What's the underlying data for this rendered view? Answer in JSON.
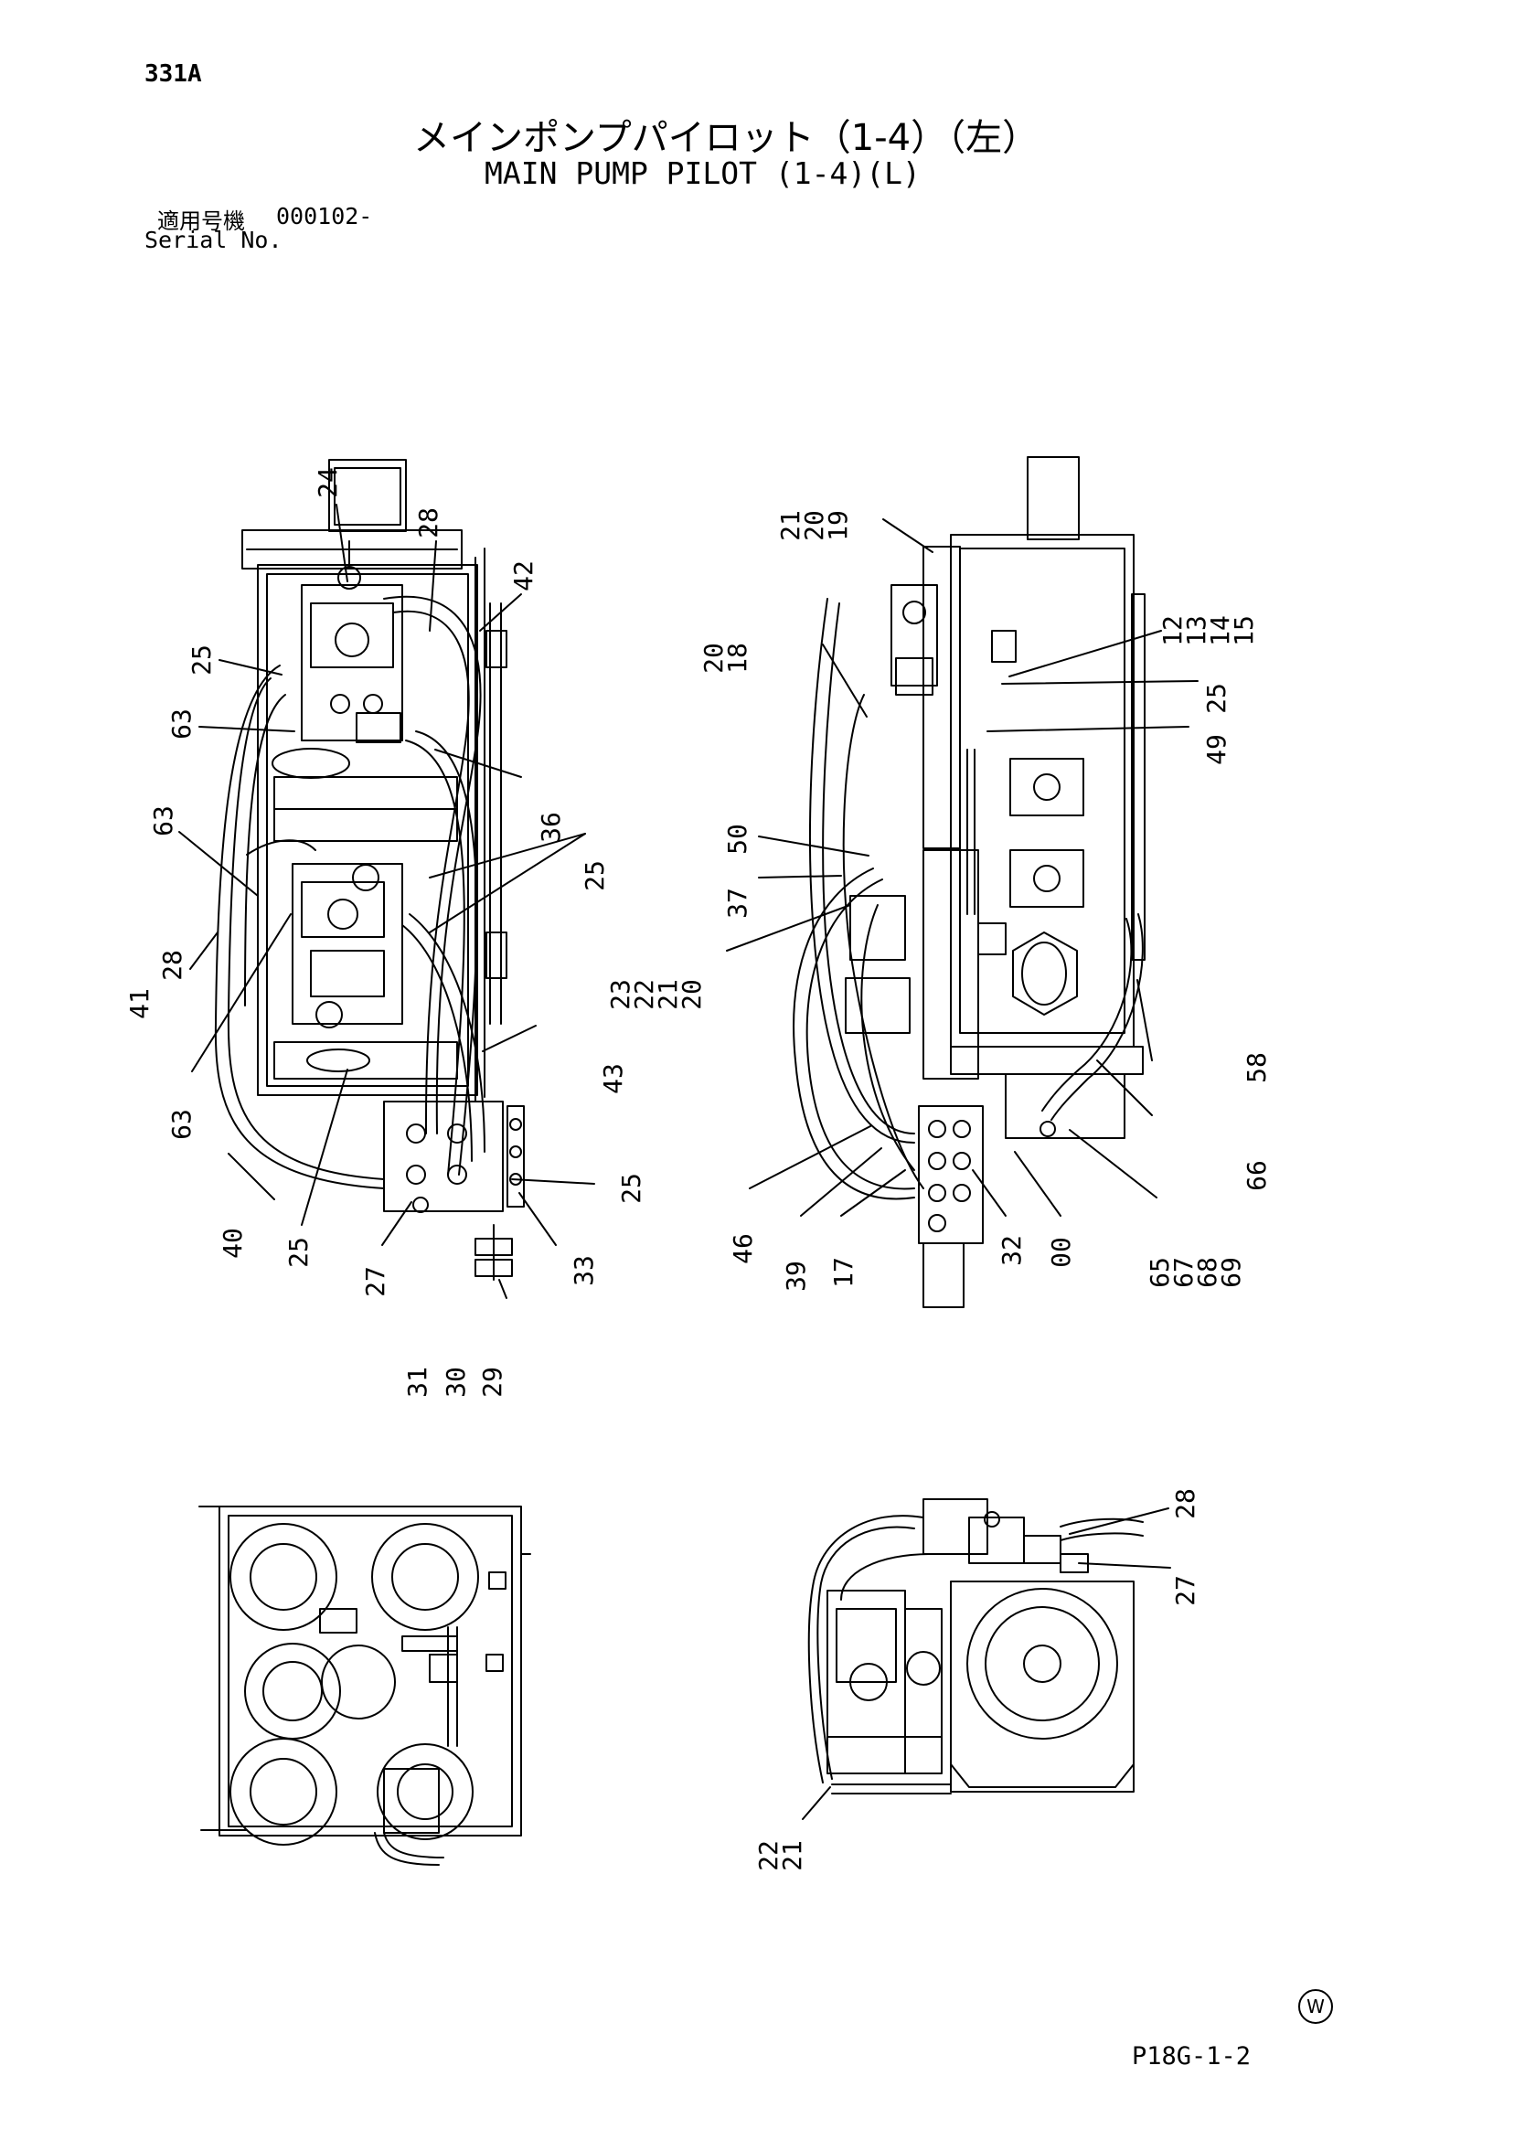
{
  "header": {
    "page_id": "331A",
    "title_jp": "メインポンプパイロット（1-4）（左）",
    "title_en": "MAIN PUMP PILOT (1-4)(L)",
    "serial_label_jp": "適用号機",
    "serial_number": "000102-",
    "serial_label_en": "Serial No."
  },
  "views": [
    {
      "name": "top-view",
      "callouts": [
        "24",
        "28",
        "42",
        "25",
        "63",
        "63",
        "28",
        "36",
        "25",
        "41",
        "63",
        "43",
        "40",
        "25",
        "27",
        "25",
        "33",
        "31",
        "30",
        "29"
      ]
    },
    {
      "name": "side-view",
      "callouts": [
        "21",
        "20",
        "19",
        "20",
        "18",
        "12",
        "13",
        "14",
        "15",
        "25",
        "49",
        "50",
        "37",
        "23",
        "22",
        "21",
        "20",
        "58",
        "66",
        "46",
        "39",
        "17",
        "32",
        "00",
        "65",
        "67",
        "68",
        "69"
      ]
    },
    {
      "name": "front-view-left",
      "callouts": []
    },
    {
      "name": "front-view-right",
      "callouts": [
        "28",
        "27",
        "22",
        "21"
      ]
    }
  ],
  "watermark": "W",
  "drawing_ref": "P18G-1-2"
}
